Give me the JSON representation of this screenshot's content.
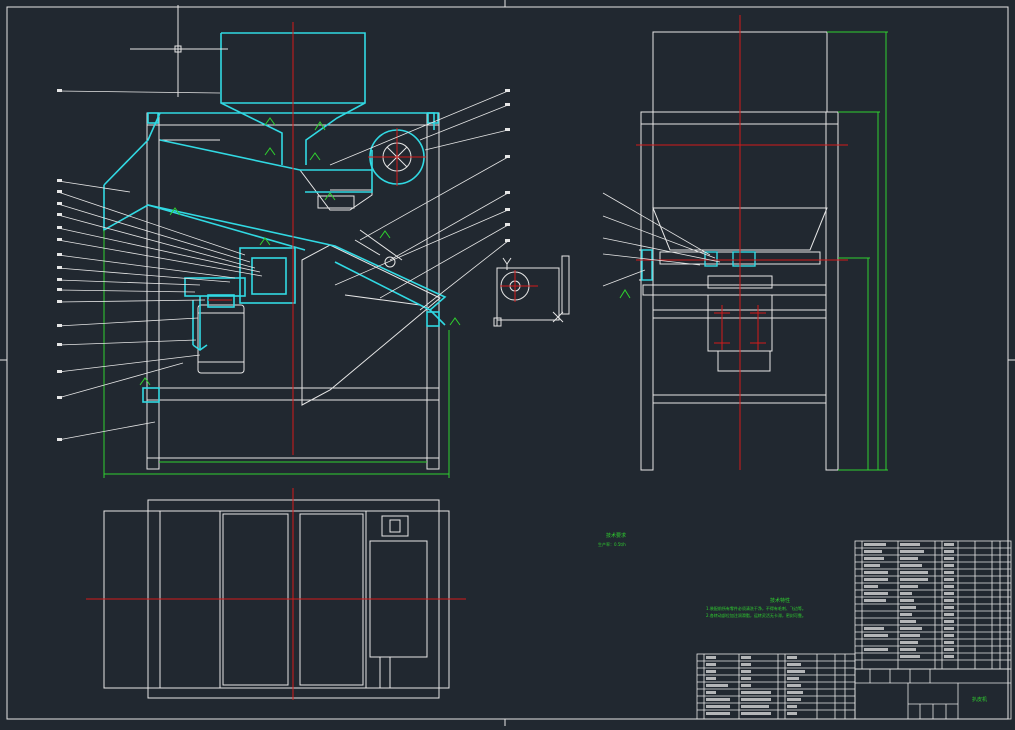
{
  "colors": {
    "background": "#212830",
    "outline": "#e6e6e6",
    "cyan": "#31d9e3",
    "green": "#2fd12f",
    "red": "#d21a1a"
  },
  "notes": {
    "label_1": "技术要求",
    "line_1": "1.装配前所有零件必须清洗干净，不得有毛刺、飞边等。",
    "line_2": "2.各转动部位加注润滑脂，运转灵活无卡滞，密封可靠。",
    "label_2": "技术特性",
    "line_3": "生产率：0.5t/h"
  },
  "title_block": {
    "drawing_title": "扒皮机"
  }
}
